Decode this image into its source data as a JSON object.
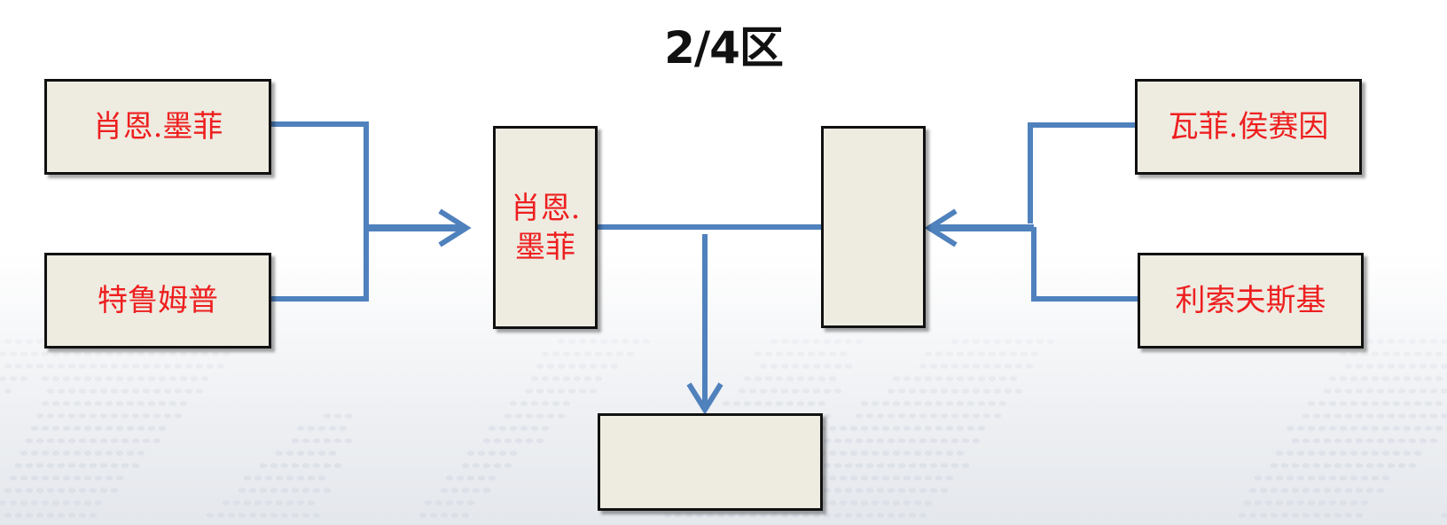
{
  "title": "2/4区",
  "colors": {
    "box_fill": "#eeebe1",
    "box_border": "#111111",
    "text": "#ee1f1f",
    "connector": "#4f81bd"
  },
  "nodes": {
    "left_top": "肖恩.墨菲",
    "left_bottom": "特鲁姆普",
    "left_winner": "肖恩.墨菲",
    "right_winner": "",
    "right_top": "瓦菲.侯赛因",
    "right_bottom": "利索夫斯基",
    "final": ""
  }
}
